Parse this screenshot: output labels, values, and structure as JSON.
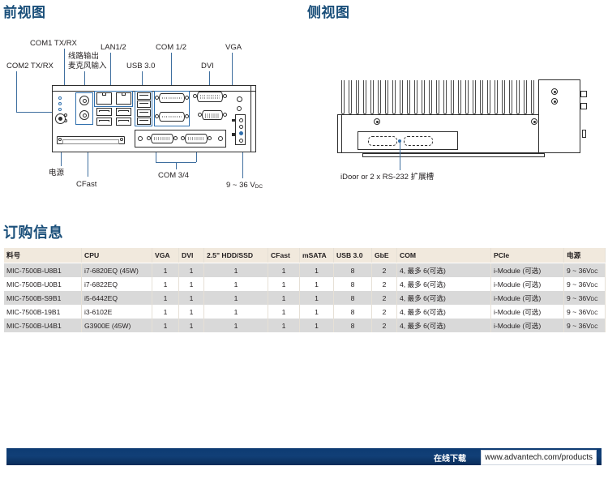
{
  "sections": {
    "front_view_title": "前视图",
    "side_view_title": "侧视图",
    "ordering_title": "订购信息"
  },
  "front_view": {
    "labels": {
      "com1_txrx": "COM1 TX/RX",
      "com2_txrx": "COM2 TX/RX",
      "line_out": "线路输出",
      "mic_in": "麦克风输入",
      "lan": "LAN1/2",
      "usb30": "USB 3.0",
      "com12": "COM 1/2",
      "dvi": "DVI",
      "vga": "VGA",
      "power_cn": "电源",
      "cfast": "CFast",
      "com34": "COM 3/4",
      "dc_in": "9 ~ 36 V",
      "dc_in_sub": "DC"
    }
  },
  "side_view": {
    "labels": {
      "expansion": "iDoor or 2 x RS-232 扩展槽"
    }
  },
  "ordering_table": {
    "columns": [
      "料号",
      "CPU",
      "VGA",
      "DVI",
      "2.5\" HDD/SSD",
      "CFast",
      "mSATA",
      "USB 3.0",
      "GbE",
      "COM",
      "PCIe",
      "电源"
    ],
    "rows": [
      {
        "part_number": "MIC-7500B-U8B1",
        "cpu": "i7-6820EQ (45W)",
        "vga": "1",
        "dvi": "1",
        "hdd_ssd": "1",
        "cfast": "1",
        "msata": "1",
        "usb30": "8",
        "gbe": "2",
        "com": "4, 最多 6(可选)",
        "pcie": "i-Module (可选)",
        "power": "9 ~ 36V",
        "power_sub": "DC"
      },
      {
        "part_number": "MIC-7500B-U0B1",
        "cpu": "i7-6822EQ",
        "vga": "1",
        "dvi": "1",
        "hdd_ssd": "1",
        "cfast": "1",
        "msata": "1",
        "usb30": "8",
        "gbe": "2",
        "com": "4, 最多 6(可选)",
        "pcie": "i-Module (可选)",
        "power": "9 ~ 36V",
        "power_sub": "DC"
      },
      {
        "part_number": "MIC-7500B-S9B1",
        "cpu": "i5-6442EQ",
        "vga": "1",
        "dvi": "1",
        "hdd_ssd": "1",
        "cfast": "1",
        "msata": "1",
        "usb30": "8",
        "gbe": "2",
        "com": "4, 最多 6(可选)",
        "pcie": "i-Module (可选)",
        "power": "9 ~ 36V",
        "power_sub": "DC"
      },
      {
        "part_number": "MIC-7500B-19B1",
        "cpu": "i3-6102E",
        "vga": "1",
        "dvi": "1",
        "hdd_ssd": "1",
        "cfast": "1",
        "msata": "1",
        "usb30": "8",
        "gbe": "2",
        "com": "4, 最多 6(可选)",
        "pcie": "i-Module (可选)",
        "power": "9 ~ 36V",
        "power_sub": "DC"
      },
      {
        "part_number": "MIC-7500B-U4B1",
        "cpu": "G3900E (45W)",
        "vga": "1",
        "dvi": "1",
        "hdd_ssd": "1",
        "cfast": "1",
        "msata": "1",
        "usb30": "8",
        "gbe": "2",
        "com": "4, 最多 6(可选)",
        "pcie": "i-Module (可选)",
        "power": "9 ~ 36V",
        "power_sub": "DC"
      }
    ]
  },
  "footer": {
    "download_label": "在线下载",
    "url": "www.advantech.com/products"
  },
  "colors": {
    "heading": "#1a4f7a",
    "footer_bar": "#0d3b72",
    "table_header_bg": "#f1e9dd",
    "table_row_alt_bg": "#d9d9d9",
    "callout_line": "#3f6f9f",
    "highlight_box": "#2f6fad"
  }
}
